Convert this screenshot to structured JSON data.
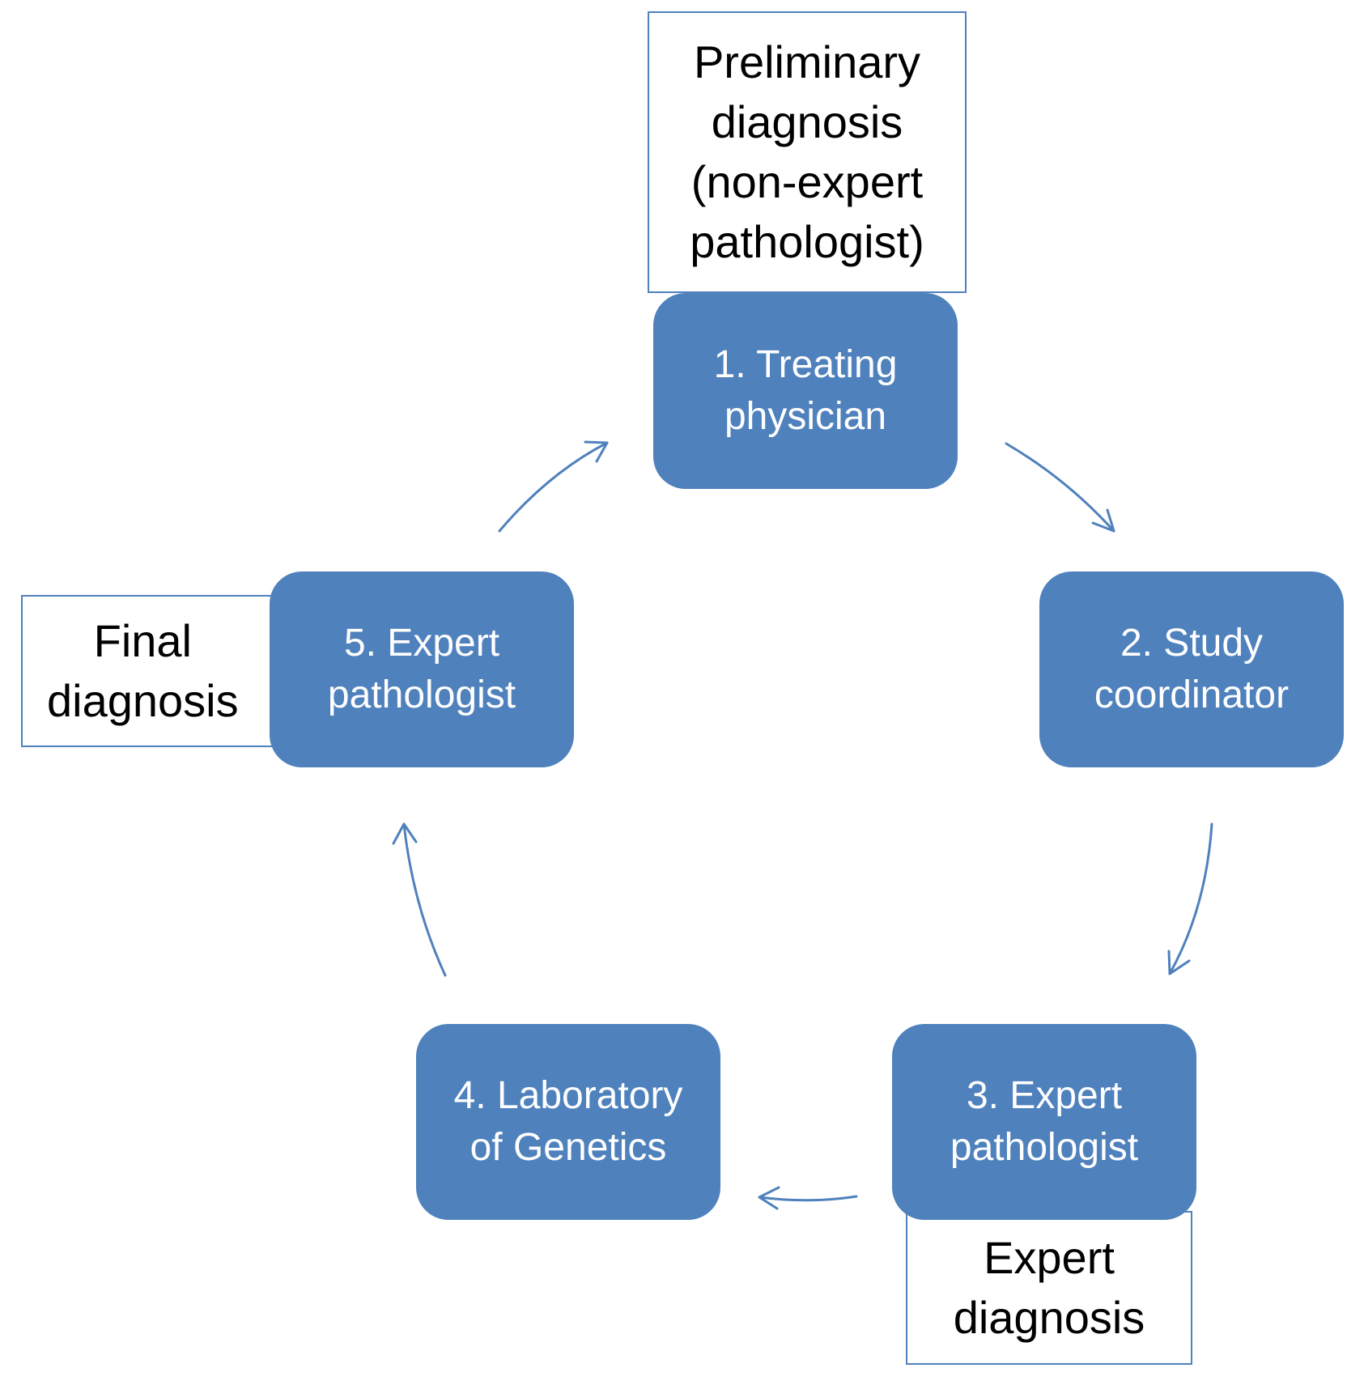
{
  "colors": {
    "node_fill": "#4f81bd",
    "node_text": "#ffffff",
    "note_border": "#4f81bd",
    "arrow": "#4f81bd"
  },
  "nodes": [
    {
      "id": "1",
      "label": "1. Treating\nphysician"
    },
    {
      "id": "2",
      "label": "2. Study\ncoordinator"
    },
    {
      "id": "3",
      "label": "3. Expert\npathologist"
    },
    {
      "id": "4",
      "label": "4. Laboratory\nof Genetics"
    },
    {
      "id": "5",
      "label": "5. Expert\npathologist"
    }
  ],
  "notes": {
    "preliminary": "Preliminary\ndiagnosis\n(non-expert\npathologist)",
    "expert": "Expert\ndiagnosis",
    "final": "Final\ndiagnosis"
  },
  "edges": [
    {
      "from": "1",
      "to": "2"
    },
    {
      "from": "2",
      "to": "3"
    },
    {
      "from": "3",
      "to": "4"
    },
    {
      "from": "4",
      "to": "5"
    },
    {
      "from": "5",
      "to": "1"
    }
  ]
}
